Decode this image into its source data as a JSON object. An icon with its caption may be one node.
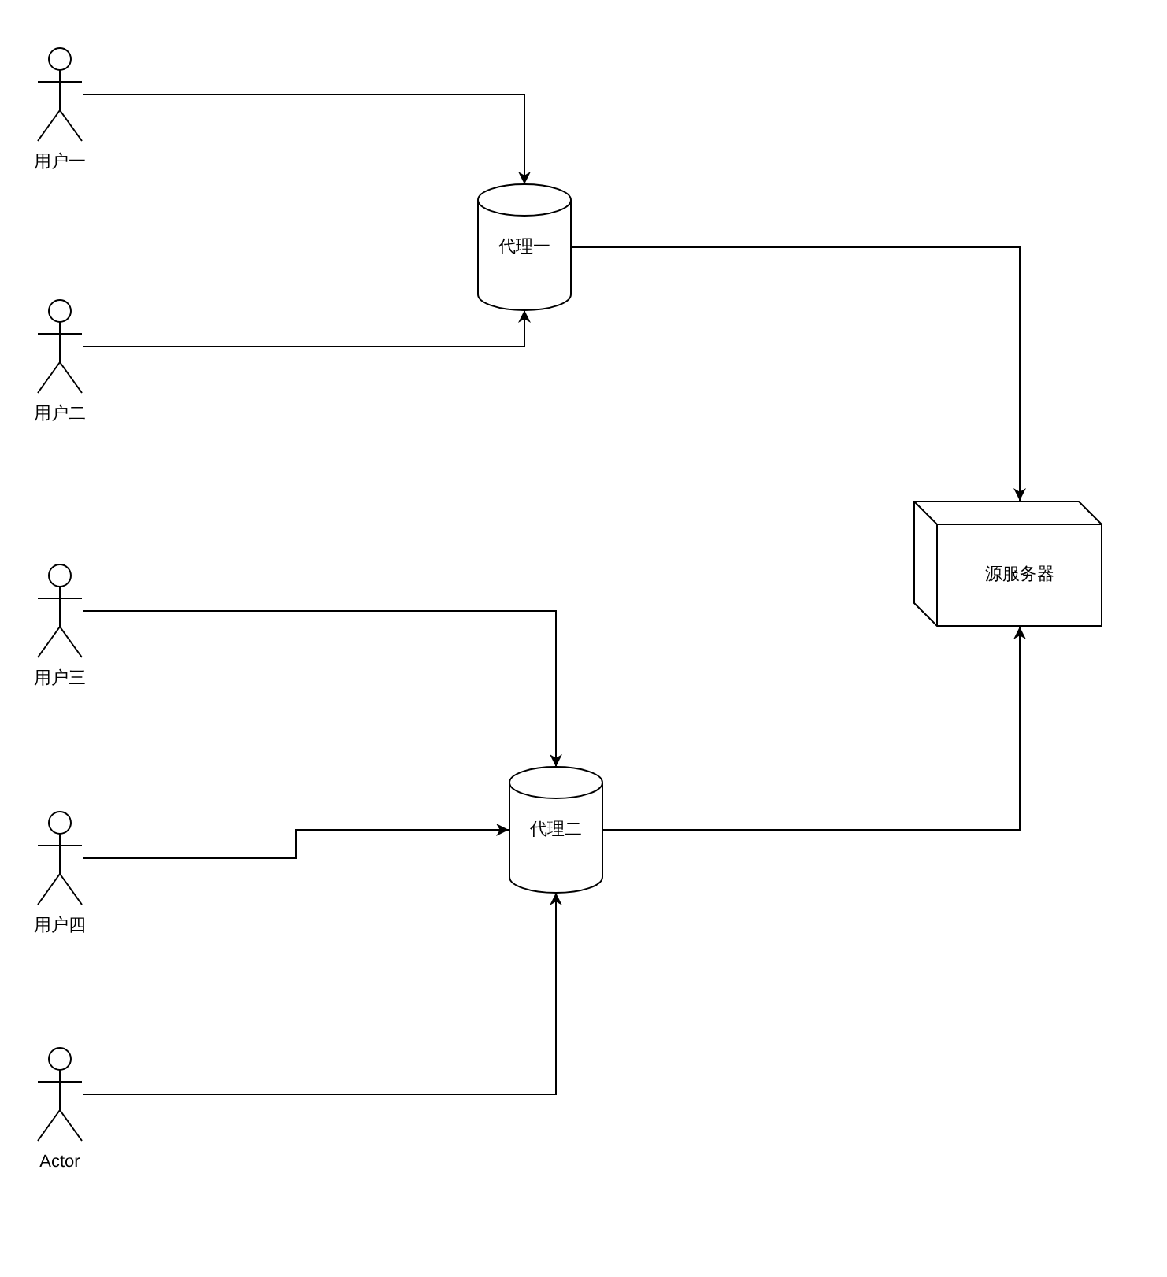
{
  "diagram": {
    "nodes": [
      {
        "text": [],
        "shape": "person",
        "beside": [
          "用户一"
        ]
      },
      {
        "text": [
          "代理一"
        ]
      },
      {
        "text": [],
        "shape": "person",
        "beside": [
          "用户二"
        ]
      },
      {
        "text": [
          "源服务器"
        ]
      },
      {
        "text": [],
        "shape": "person",
        "beside": [
          "用户三"
        ]
      },
      {
        "text": [
          "代理二"
        ]
      },
      {
        "text": [],
        "shape": "person",
        "beside": [
          "用户四"
        ]
      },
      {
        "text": [],
        "shape": "person",
        "beside": [
          "Actor"
        ]
      }
    ],
    "edges": [
      {
        "from": 0,
        "to": 1,
        "arrow": "to"
      },
      {
        "from": 2,
        "to": 1,
        "arrow": "to"
      },
      {
        "from": 1,
        "to": 3,
        "arrow": "to"
      },
      {
        "from": 4,
        "to": 5,
        "arrow": "to"
      },
      {
        "from": 6,
        "to": 5,
        "arrow": "to"
      },
      {
        "from": 7,
        "to": 5,
        "arrow": "to"
      },
      {
        "from": 5,
        "to": 3,
        "arrow": "to"
      }
    ]
  }
}
